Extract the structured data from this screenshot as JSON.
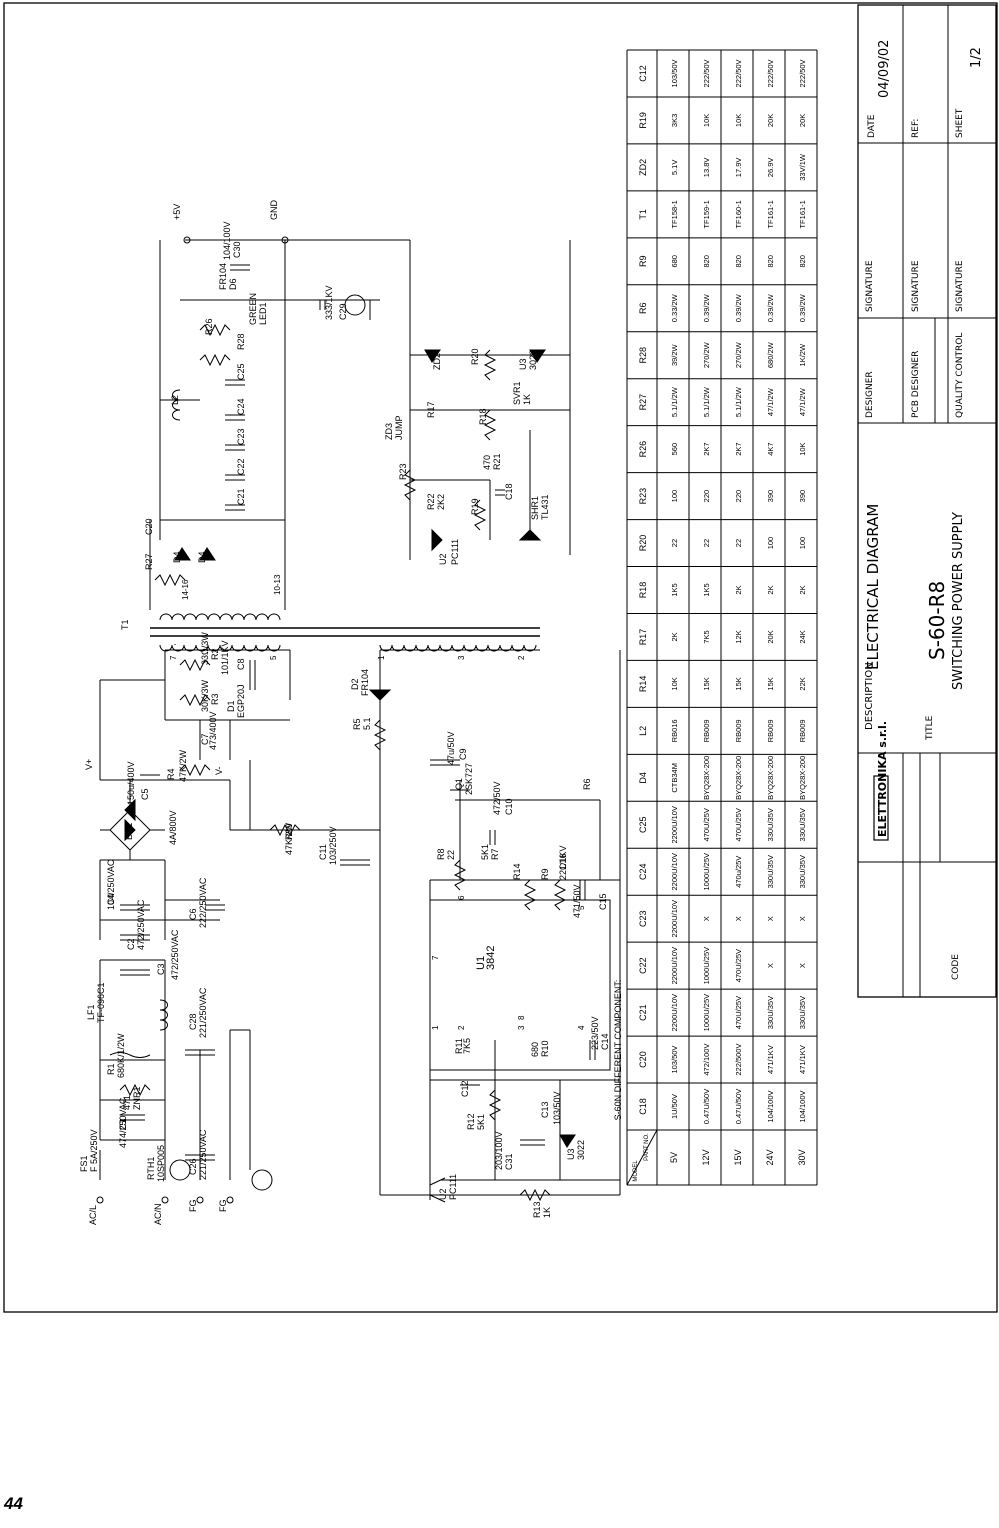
{
  "page_number": "44",
  "title_block": {
    "description_label": "DESCRIPTION",
    "description": "ELECTRICAL DIAGRAM",
    "title_label": "TITLE",
    "title_model": "S-60-R8",
    "title_sub": "SWITCHING POWER SUPPLY",
    "code_label": "CODE",
    "designer_label": "DESIGNER",
    "pcb_designer_label": "PCB DESIGNER",
    "quality_label": "QUALITY CONTROL",
    "signature_label": "SIGNATURE",
    "date_label": "DATE",
    "date": "04/09/02",
    "ref_label": "REF:",
    "sheet_label": "SHEET",
    "sheet": "1/2",
    "logo": "ELETTRONIKA s.r.l."
  },
  "table": {
    "caption": "S-60N DIFFERENT COMPONENT:",
    "corner_part": "PART NO.",
    "corner_model": "MODEL",
    "columns": [
      "C18",
      "C20",
      "C21",
      "C22",
      "C23",
      "C24",
      "C25",
      "D4",
      "L2",
      "R14",
      "R17",
      "R18",
      "R20",
      "R23",
      "R26",
      "R27",
      "R28",
      "R6",
      "R9",
      "T1",
      "ZD2",
      "R19",
      "C12"
    ],
    "rows": [
      {
        "model": "5V",
        "cells": [
          "1U/50V",
          "103/50V",
          "2200U/10V",
          "2200U/10V",
          "2200U/10V",
          "2200U/10V",
          "2200U/10V",
          "CTB34M",
          "RB016",
          "10K",
          "2K",
          "1K5",
          "22",
          "100",
          "560",
          "5.1/1/2W",
          "39/2W",
          "0.33/2W",
          "680",
          "TF158-1",
          "5.1V",
          "3K3",
          "103/50V"
        ]
      },
      {
        "model": "12V",
        "cells": [
          "0.47U/50V",
          "472/100V",
          "1000U/25V",
          "1000U/25V",
          "X",
          "1000U/25V",
          "470U/25V",
          "BYQ28X-200",
          "RB009",
          "15K",
          "7K5",
          "1K5",
          "22",
          "220",
          "2K7",
          "5.1/1/2W",
          "270/2W",
          "0.39/2W",
          "820",
          "TF159-1",
          "13.8V",
          "10K",
          "222/50V"
        ]
      },
      {
        "model": "15V",
        "cells": [
          "0.47U/50V",
          "222/500V",
          "470U/25V",
          "470U/25V",
          "X",
          "470u/25V",
          "470U/25V",
          "BYQ28X-200",
          "RB009",
          "15K",
          "12K",
          "2K",
          "22",
          "220",
          "2K7",
          "5.1/1/2W",
          "270/2W",
          "0.39/2W",
          "820",
          "TF160-1",
          "17.9V",
          "10K",
          "222/50V"
        ]
      },
      {
        "model": "24V",
        "cells": [
          "104/100V",
          "471/1KV",
          "330U/35V",
          "X",
          "X",
          "330U/35V",
          "330U/35V",
          "BYQ28X-200",
          "RB009",
          "15K",
          "20K",
          "2K",
          "100",
          "390",
          "4K7",
          "47/1/2W",
          "680/2W",
          "0.39/2W",
          "820",
          "TF161-1",
          "26.9V",
          "20K",
          "222/50V"
        ]
      },
      {
        "model": "30V",
        "cells": [
          "104/100V",
          "471/1KV",
          "330U/35V",
          "X",
          "X",
          "330U/35V",
          "330U/35V",
          "BYQ28X-200",
          "RB009",
          "22K",
          "24K",
          "2K",
          "100",
          "390",
          "10K",
          "47/1/2W",
          "1K/2W",
          "0.39/2W",
          "820",
          "TF161-1",
          "33V/1W",
          "20K",
          "222/50V"
        ]
      }
    ]
  },
  "schematic_labels": {
    "terminals": [
      "AC/L",
      "AC/N",
      "FG",
      "FG",
      "+5V",
      "GND",
      "V+",
      "V-"
    ],
    "fuse": [
      "FS1",
      "F 5A/250V"
    ],
    "c1": [
      "C1",
      "474/250VAC"
    ],
    "znr1": [
      "ZNR1",
      "471"
    ],
    "r1": [
      "R1",
      "680K/1/2W"
    ],
    "rth1": [
      "RTH1",
      "10SP005"
    ],
    "c26": [
      "C26",
      "221/250VAC"
    ],
    "c28": [
      "C28",
      "221/250VAC"
    ],
    "lf1": [
      "LF1",
      "TF-096C1"
    ],
    "c3": [
      "C3",
      "472/250VAC"
    ],
    "c2": [
      "C2",
      "472/250VAC"
    ],
    "c4": [
      "C4",
      "104/250VAC"
    ],
    "c6": [
      "C6",
      "222/250VAC"
    ],
    "bd1": [
      "BD1",
      "4A/800V"
    ],
    "c5": [
      "C5",
      "150u/400V"
    ],
    "r4": [
      "R4",
      "47K/2W"
    ],
    "c7": [
      "C7",
      "473/400V"
    ],
    "r3": [
      "R3",
      "30K/3W"
    ],
    "d1": [
      "D1",
      "EGP20J"
    ],
    "c8": [
      "C8",
      "101/1KV"
    ],
    "r2": [
      "R2",
      "33Ω/3W"
    ],
    "r29": [
      "R29",
      "47K/2W"
    ],
    "c11": [
      "C11",
      "103/250V"
    ],
    "d2": [
      "D2",
      "FR104"
    ],
    "r5": [
      "R5",
      "5.1"
    ],
    "c9": [
      "C9",
      "47u/50V"
    ],
    "q1": [
      "Q1",
      "2SK727"
    ],
    "c10": [
      "C10",
      "472/50V"
    ],
    "r6": [
      "R6"
    ],
    "r8": [
      "R8",
      "22"
    ],
    "r7": [
      "R7",
      "5K1"
    ],
    "r14": [
      "R14"
    ],
    "r9": [
      "R9"
    ],
    "c16": [
      "C16",
      "221/1KV"
    ],
    "c15": [
      "C15",
      "471/50V"
    ],
    "u1": [
      "U1",
      "3842"
    ],
    "r11": [
      "R11",
      "7K5"
    ],
    "c12": [
      "C12"
    ],
    "r12": [
      "R12",
      "5K1"
    ],
    "r10": [
      "R10",
      "680"
    ],
    "c14": [
      "C14",
      "223/50V"
    ],
    "c13": [
      "C13",
      "103/50V"
    ],
    "c31": [
      "C31",
      "203/100V"
    ],
    "u3": [
      "U3",
      "3022"
    ],
    "u2": [
      "U2",
      "PC111"
    ],
    "r13": [
      "R13",
      "1K"
    ],
    "t1": [
      "T1"
    ],
    "r27": [
      "R27"
    ],
    "c20": [
      "C20"
    ],
    "d4": [
      "D4",
      "D4"
    ],
    "c21": [
      "C21"
    ],
    "c22": [
      "C22"
    ],
    "c23": [
      "C23"
    ],
    "c24": [
      "C24"
    ],
    "c25": [
      "C25"
    ],
    "l2": [
      "L2"
    ],
    "r28": [
      "R28"
    ],
    "r26": [
      "R26"
    ],
    "led1": [
      "LED1",
      "GREEN"
    ],
    "d6": [
      "D6",
      "FR104"
    ],
    "c30": [
      "C30",
      "104/100V"
    ],
    "c29": [
      "C29",
      "333/1KV"
    ],
    "r23": [
      "R23"
    ],
    "zd3": [
      "ZD3",
      "JUMP"
    ],
    "r22": [
      "R22",
      "2K2"
    ],
    "r17": [
      "R17"
    ],
    "zd2": [
      "ZD2"
    ],
    "r20": [
      "R20"
    ],
    "u3b": [
      "U3",
      "3022"
    ],
    "svr1": [
      "SVR1",
      "1K"
    ],
    "r18": [
      "R18"
    ],
    "r21": [
      "R21",
      "470"
    ],
    "c18": [
      "C18"
    ],
    "r19": [
      "R19"
    ],
    "shr1": [
      "SHR1",
      "TL431"
    ],
    "pc111": [
      "U2",
      "PC111"
    ],
    "pins": [
      "1",
      "2",
      "3",
      "4",
      "5",
      "6",
      "7",
      "8",
      "1",
      "2",
      "3",
      "5",
      "7",
      "14-16",
      "10-13"
    ]
  }
}
